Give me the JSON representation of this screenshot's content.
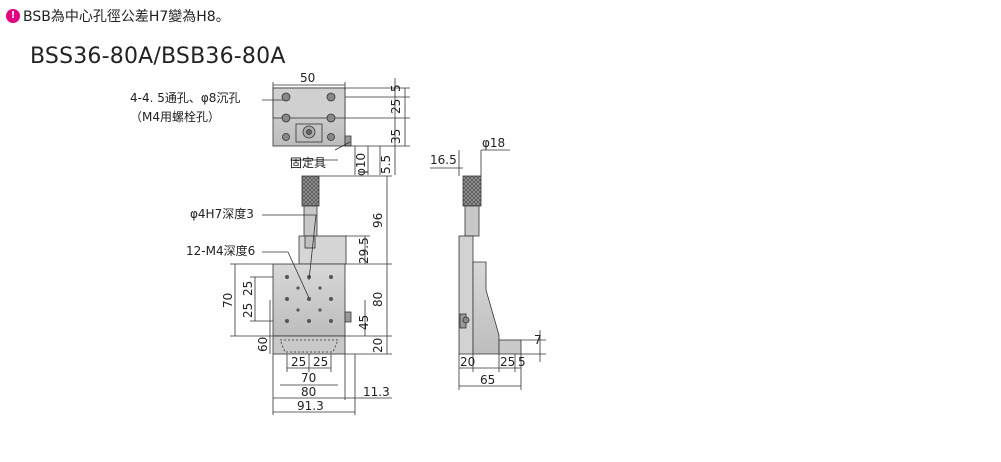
{
  "header": {
    "note_icon": "info-icon",
    "note_text": "BSB為中心孔徑公差H7變為H8。",
    "model_title": "BSS36-80A/BSB36-80A"
  },
  "top_view": {
    "dim_width": "50",
    "dim_5": "5",
    "dim_25": "25",
    "dim_35": "35",
    "dim_55": "5.5",
    "dim_phi10": "φ10",
    "label_holes": "4-4. 5通孔、φ8沉孔",
    "label_bolt": "（M4用螺栓孔）",
    "label_fixture": "固定具"
  },
  "front_view": {
    "label_pin": "φ4H7深度3",
    "label_tap": "12-M4深度6",
    "dim_96": "96",
    "dim_295": "29.5",
    "dim_80_v": "80",
    "dim_45": "45",
    "dim_20_v": "20",
    "dim_70_v": "70",
    "dim_25_v1": "25",
    "dim_25_v2": "25",
    "dim_60": "60",
    "dim_25_h1": "25",
    "dim_25_h2": "25",
    "dim_70_h": "70",
    "dim_80_h": "80",
    "dim_113": "11.3",
    "dim_913": "91.3"
  },
  "side_view": {
    "dim_165": "16.5",
    "dim_phi18": "φ18",
    "dim_7": "7",
    "dim_20": "20",
    "dim_25": "25",
    "dim_5": "5",
    "dim_65": "65"
  }
}
